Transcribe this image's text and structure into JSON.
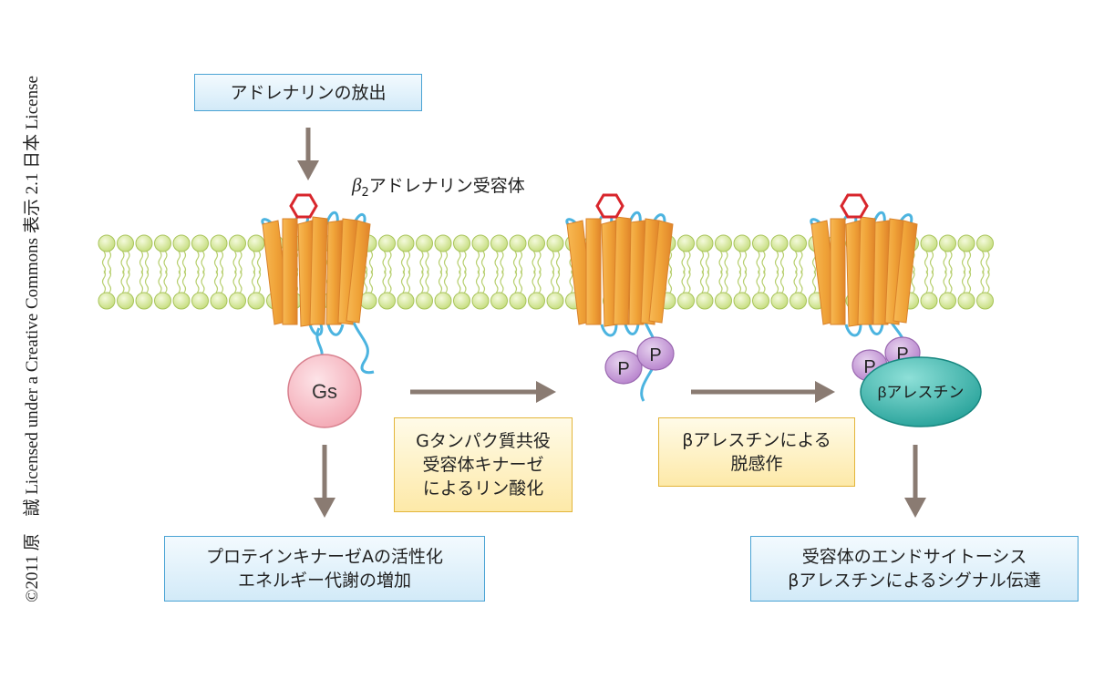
{
  "credit": "©2011 原　誠 Licensed under a Creative Commons 表示 2.1 日本 License",
  "boxes": {
    "release": "アドレナリンの放出",
    "receptor_prefix": "β",
    "receptor_sub": "2",
    "receptor_suffix": "アドレナリン受容体",
    "grk": [
      "Gタンパク質共役",
      "受容体キナーゼ",
      "によるリン酸化"
    ],
    "desens": [
      "βアレスチンによる",
      "脱感作"
    ],
    "pka": [
      "プロテインキナーゼAの活性化",
      "エネルギー代謝の増加"
    ],
    "endo": [
      "受容体のエンドサイトーシス",
      "βアレスチンによるシグナル伝達"
    ]
  },
  "molecules": {
    "gs": "Gs",
    "phospho": "P",
    "arrestin": "βアレスチン"
  },
  "colors": {
    "helix": "#f0a338",
    "loop": "#4cb4e0",
    "lipid_head": "#cde48a",
    "ligand": "#d8262c",
    "gs_fill": "#f8c4cc",
    "phospho_fill": "#c79ed6",
    "arrestin_fill": "#3fb8b0",
    "arrow": "#8a7b72"
  }
}
